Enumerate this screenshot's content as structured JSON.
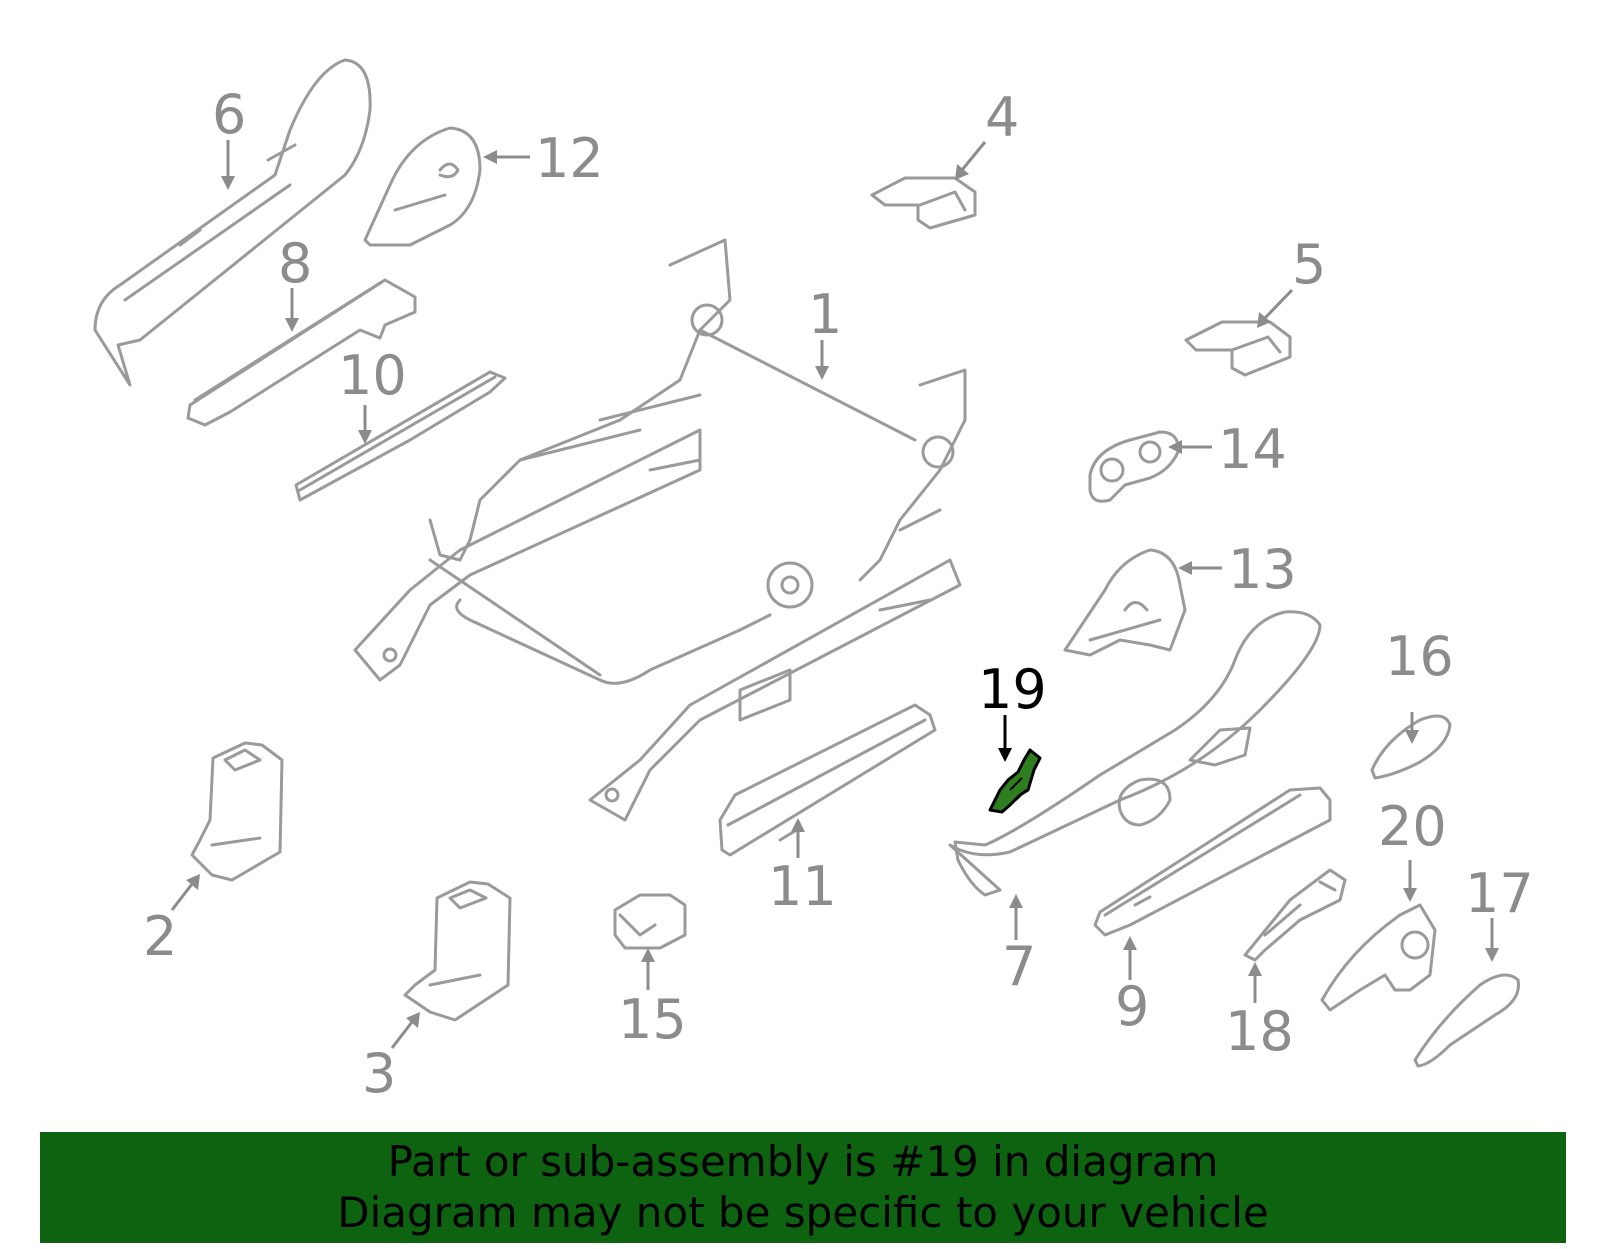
{
  "callouts": {
    "c1": "1",
    "c2": "2",
    "c3": "3",
    "c4": "4",
    "c5": "5",
    "c6": "6",
    "c7": "7",
    "c8": "8",
    "c9": "9",
    "c10": "10",
    "c11": "11",
    "c12": "12",
    "c13": "13",
    "c14": "14",
    "c15": "15",
    "c16": "16",
    "c17": "17",
    "c18": "18",
    "c19": "19",
    "c20": "20"
  },
  "highlighted_part": "19",
  "colors": {
    "banner_background": "#0d6310",
    "highlight_part": "#2e7d1e",
    "line_art": "#9a9a9a"
  },
  "banner": {
    "line1": "Part or sub-assembly is #19 in diagram",
    "line2": "Diagram may not be specific to your vehicle"
  }
}
